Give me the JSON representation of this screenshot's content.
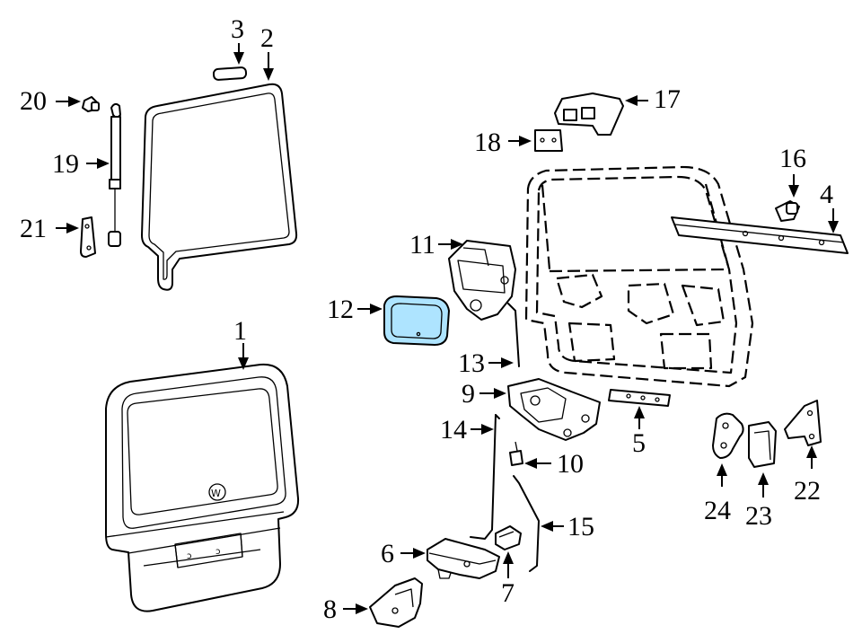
{
  "diagram": {
    "highlight_color": "#aee4ff",
    "line_color": "#000000",
    "background": "#ffffff",
    "callouts": [
      {
        "id": "c1",
        "label": "1"
      },
      {
        "id": "c2",
        "label": "2"
      },
      {
        "id": "c3",
        "label": "3"
      },
      {
        "id": "c4",
        "label": "4"
      },
      {
        "id": "c5",
        "label": "5"
      },
      {
        "id": "c6",
        "label": "6"
      },
      {
        "id": "c7",
        "label": "7"
      },
      {
        "id": "c8",
        "label": "8"
      },
      {
        "id": "c9",
        "label": "9"
      },
      {
        "id": "c10",
        "label": "10"
      },
      {
        "id": "c11",
        "label": "11"
      },
      {
        "id": "c12",
        "label": "12"
      },
      {
        "id": "c13",
        "label": "13"
      },
      {
        "id": "c14",
        "label": "14"
      },
      {
        "id": "c15",
        "label": "15"
      },
      {
        "id": "c16",
        "label": "16"
      },
      {
        "id": "c17",
        "label": "17"
      },
      {
        "id": "c18",
        "label": "18"
      },
      {
        "id": "c19",
        "label": "19"
      },
      {
        "id": "c20",
        "label": "20"
      },
      {
        "id": "c21",
        "label": "21"
      },
      {
        "id": "c22",
        "label": "22"
      },
      {
        "id": "c23",
        "label": "23"
      },
      {
        "id": "c24",
        "label": "24"
      }
    ],
    "highlighted_part": "12"
  }
}
